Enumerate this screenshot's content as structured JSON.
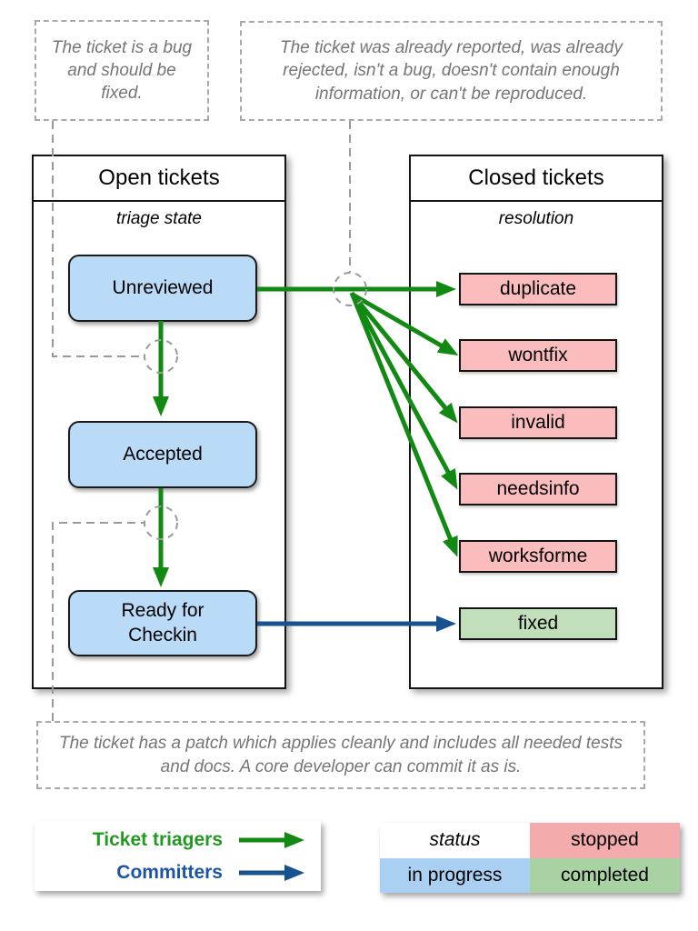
{
  "callouts": {
    "bug": "The ticket is a bug and should be fixed.",
    "closed": "The ticket was already reported, was already rejected, isn't a bug, doesn't contain enough information, or can't be reproduced.",
    "patch": "The ticket has a patch which applies cleanly and includes all needed tests and docs. A core developer can commit it as is."
  },
  "open_panel": {
    "title": "Open tickets",
    "subtitle": "triage state",
    "states": [
      "Unreviewed",
      "Accepted",
      "Ready for Checkin"
    ]
  },
  "closed_panel": {
    "title": "Closed tickets",
    "subtitle": "resolution",
    "resolutions": [
      {
        "label": "duplicate",
        "kind": "stopped"
      },
      {
        "label": "wontfix",
        "kind": "stopped"
      },
      {
        "label": "invalid",
        "kind": "stopped"
      },
      {
        "label": "needsinfo",
        "kind": "stopped"
      },
      {
        "label": "worksforme",
        "kind": "stopped"
      },
      {
        "label": "fixed",
        "kind": "completed"
      }
    ]
  },
  "legend": {
    "rows": [
      {
        "label": "Ticket triagers",
        "arrow_color": "#128912"
      },
      {
        "label": "Committers",
        "arrow_color": "#17518E"
      }
    ]
  },
  "status_table": {
    "header_cell": "status",
    "stopped": "stopped",
    "in_progress": "in progress",
    "completed": "completed"
  },
  "colors": {
    "green_arrow": "#128912",
    "blue_arrow": "#17518E",
    "state_fill": "#B9DBF8",
    "stopped_fill": "#FABCBC",
    "completed_fill": "#C0DFBA",
    "legend_green_text": "#229922",
    "legend_blue_text": "#1C55A4",
    "table_stopped": "#F3ABAB",
    "table_in_progress": "#A9D0F2",
    "table_completed": "#A9D2A3",
    "callout_text": "#757575",
    "dashed_connector": "#999999"
  }
}
